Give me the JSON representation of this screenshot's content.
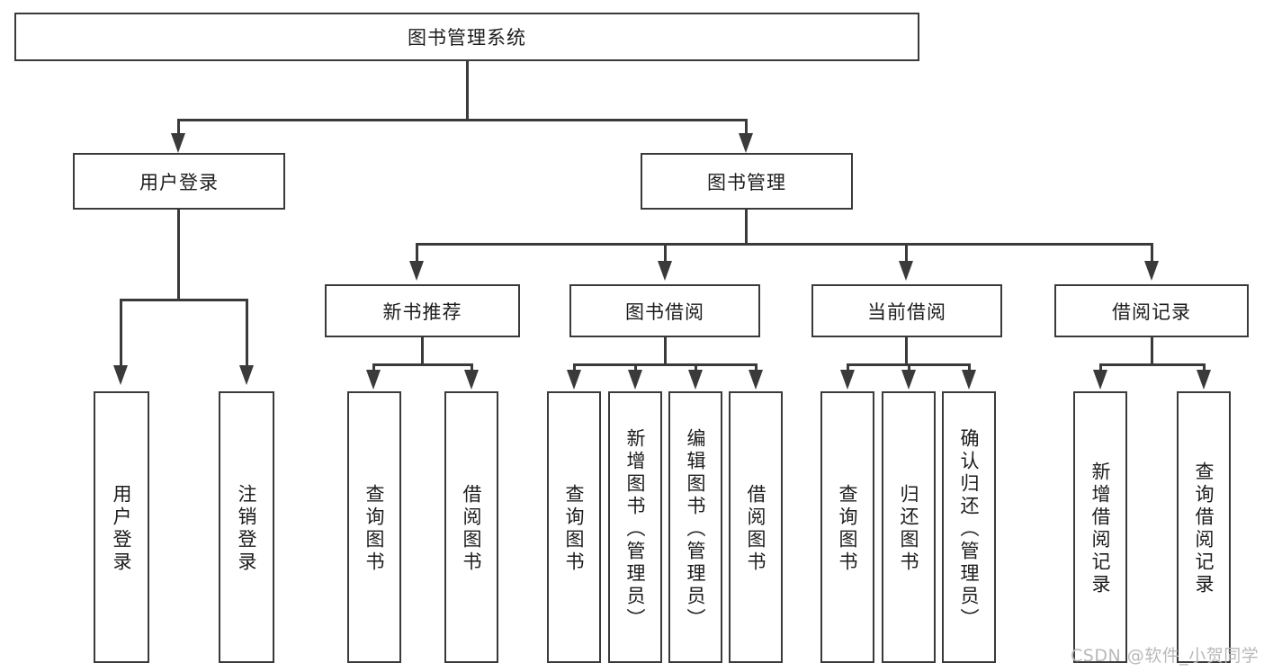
{
  "diagram": {
    "title": "图书管理系统",
    "type": "hierarchy-tree",
    "root": {
      "id": "root",
      "label": "图书管理系统",
      "orientation": "horizontal"
    },
    "level2": [
      {
        "id": "user-login",
        "label": "用户登录",
        "orientation": "horizontal"
      },
      {
        "id": "book-manage",
        "label": "图书管理",
        "orientation": "horizontal"
      }
    ],
    "level3": [
      {
        "id": "new-book-recommend",
        "label": "新书推荐",
        "orientation": "horizontal",
        "parent": "book-manage"
      },
      {
        "id": "book-borrow",
        "label": "图书借阅",
        "orientation": "horizontal",
        "parent": "book-manage"
      },
      {
        "id": "current-borrow",
        "label": "当前借阅",
        "orientation": "horizontal",
        "parent": "book-manage"
      },
      {
        "id": "borrow-record",
        "label": "借阅记录",
        "orientation": "horizontal",
        "parent": "book-manage"
      }
    ],
    "leaves": {
      "user-login": [
        {
          "id": "leaf-user-login",
          "label": "用户登录"
        },
        {
          "id": "leaf-logout-login",
          "label": "注销登录"
        }
      ],
      "new-book-recommend": [
        {
          "id": "leaf-query-book-1",
          "label": "查询图书"
        },
        {
          "id": "leaf-borrow-book-1",
          "label": "借阅图书"
        }
      ],
      "book-borrow": [
        {
          "id": "leaf-query-book-2",
          "label": "查询图书"
        },
        {
          "id": "leaf-add-book",
          "label": "新增图书（管理员）"
        },
        {
          "id": "leaf-edit-book",
          "label": "编辑图书（管理员）"
        },
        {
          "id": "leaf-borrow-book-2",
          "label": "借阅图书"
        }
      ],
      "current-borrow": [
        {
          "id": "leaf-query-book-3",
          "label": "查询图书"
        },
        {
          "id": "leaf-return-book",
          "label": "归还图书"
        },
        {
          "id": "leaf-confirm-return",
          "label": "确认归还（管理员）"
        }
      ],
      "borrow-record": [
        {
          "id": "leaf-add-borrow-record",
          "label": "新增借阅记录"
        },
        {
          "id": "leaf-query-borrow-record",
          "label": "查询借阅记录"
        }
      ]
    },
    "colors": {
      "stroke": "#3a3a3a",
      "text": "#1c1c1c",
      "background": "#ffffff",
      "watermark": "#b9b9b9"
    }
  },
  "watermark": {
    "text": "CSDN @软件_小贺同学"
  }
}
